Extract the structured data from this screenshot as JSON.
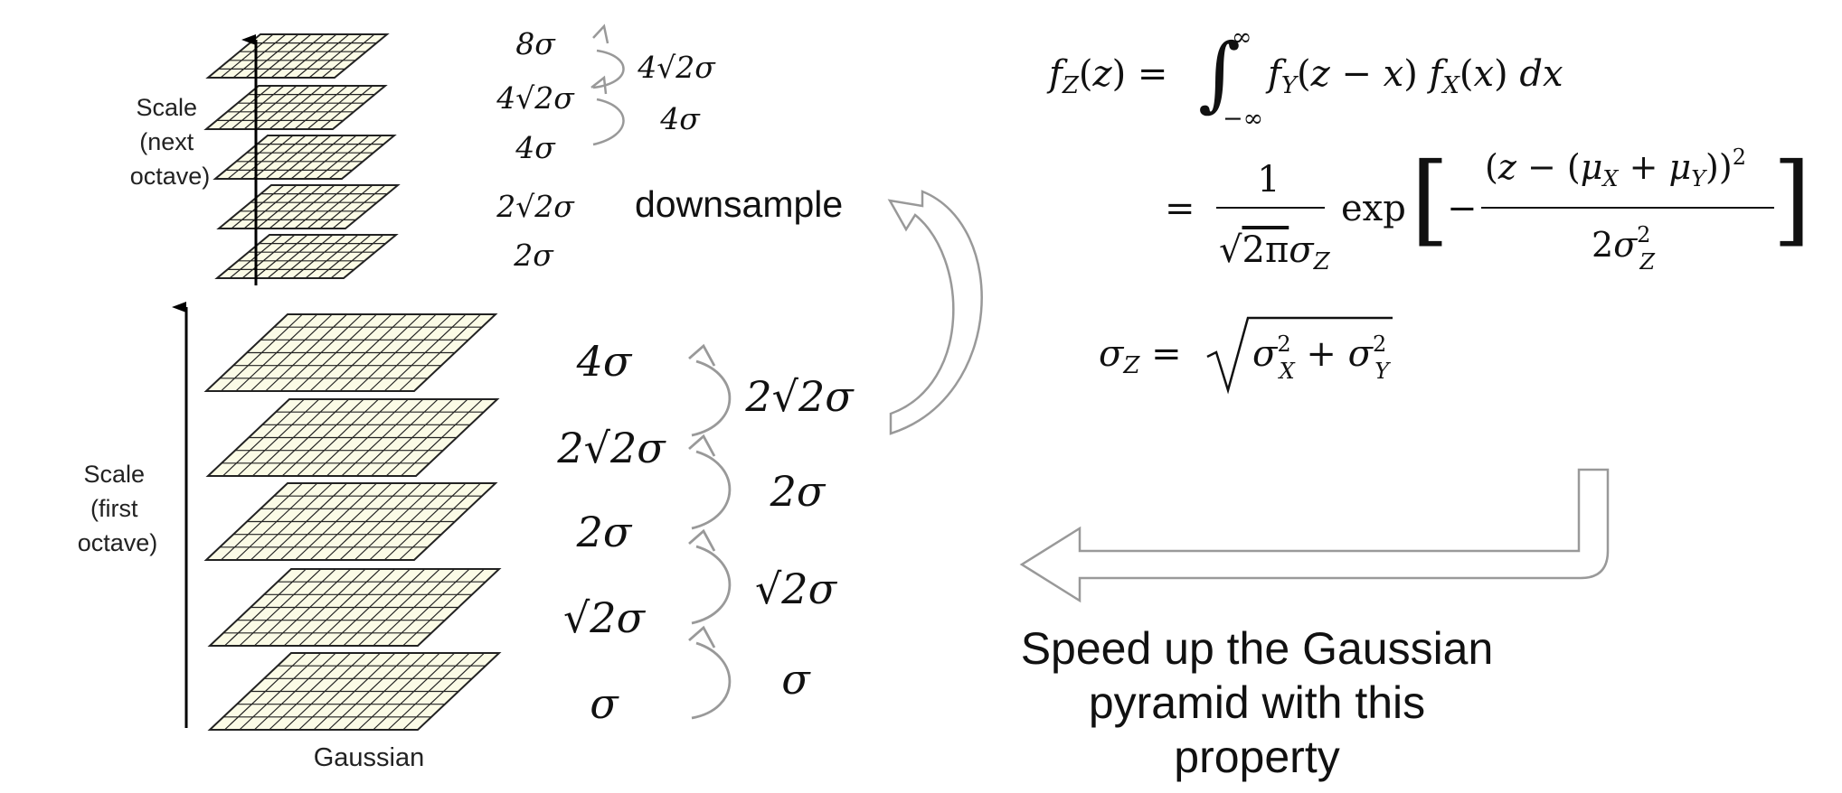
{
  "diagram": {
    "first_octave": {
      "axis_label": [
        "Scale",
        "(first",
        "octave)"
      ],
      "layer_labels": [
        "4σ",
        "2√2σ",
        "2σ",
        "√2σ",
        "σ"
      ],
      "step_labels": [
        "2√2σ",
        "2σ",
        "√2σ",
        "σ"
      ],
      "bottom_label": "Gaussian"
    },
    "next_octave": {
      "axis_label": [
        "Scale",
        "(next",
        "octave)"
      ],
      "layer_labels": [
        "8σ",
        "4√2σ",
        "4σ",
        "2√2σ",
        "2σ"
      ],
      "step_labels": [
        "4√2σ",
        "4σ"
      ]
    },
    "downsample_label": "downsample",
    "caption_lines": [
      "Speed up the Gaussian",
      "pyramid with this property"
    ],
    "colors": {
      "layer_fill": "#fbfbe6",
      "grid": "#222222",
      "arrow": "#999999"
    },
    "equations": {
      "convolution": "f_Z(z) = ∫_{-∞}^{∞} f_Y(z−x) f_X(x) dx",
      "gaussian": "= 1/(√(2π) σ_Z) exp[ −(z − (μ_X + μ_Y))² / (2σ_Z²) ]",
      "sigma": "σ_Z = √(σ_X² + σ_Y²)"
    }
  }
}
